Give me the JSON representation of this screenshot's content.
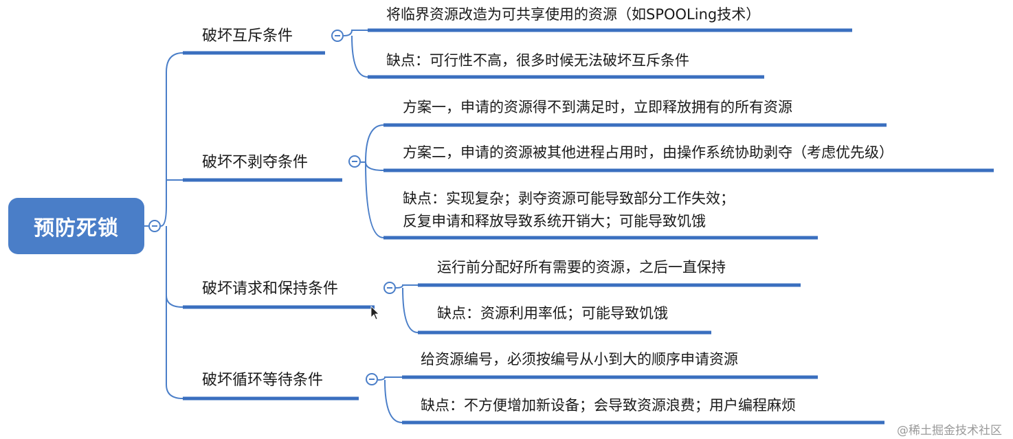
{
  "root": {
    "label": "预防死锁"
  },
  "branches": [
    {
      "label": "破坏互斥条件",
      "items": [
        "将临界资源改造为可共享使用的资源（如SPOOLing技术）",
        "缺点：可行性不高，很多时候无法破坏互斥条件"
      ]
    },
    {
      "label": "破坏不剥夺条件",
      "items": [
        "方案一，申请的资源得不到满足时，立即释放拥有的所有资源",
        "方案二，申请的资源被其他进程占用时，由操作系统协助剥夺（考虑优先级）",
        "缺点：实现复杂；剥夺资源可能导致部分工作失效；",
        "反复申请和释放导致系统开销大；可能导致饥饿"
      ]
    },
    {
      "label": "破坏请求和保持条件",
      "items": [
        "运行前分配好所有需要的资源，之后一直保持",
        "缺点：资源利用率低；可能导致饥饿"
      ]
    },
    {
      "label": "破坏循环等待条件",
      "items": [
        "给资源编号，必须按编号从小到大的顺序申请资源",
        "缺点：不方便增加新设备；会导致资源浪费；用户编程麻烦"
      ]
    }
  ],
  "watermark": "@稀土掘金技术社区",
  "colors": {
    "accent": "#4a7ec8",
    "underline": "#3a6fbf"
  }
}
